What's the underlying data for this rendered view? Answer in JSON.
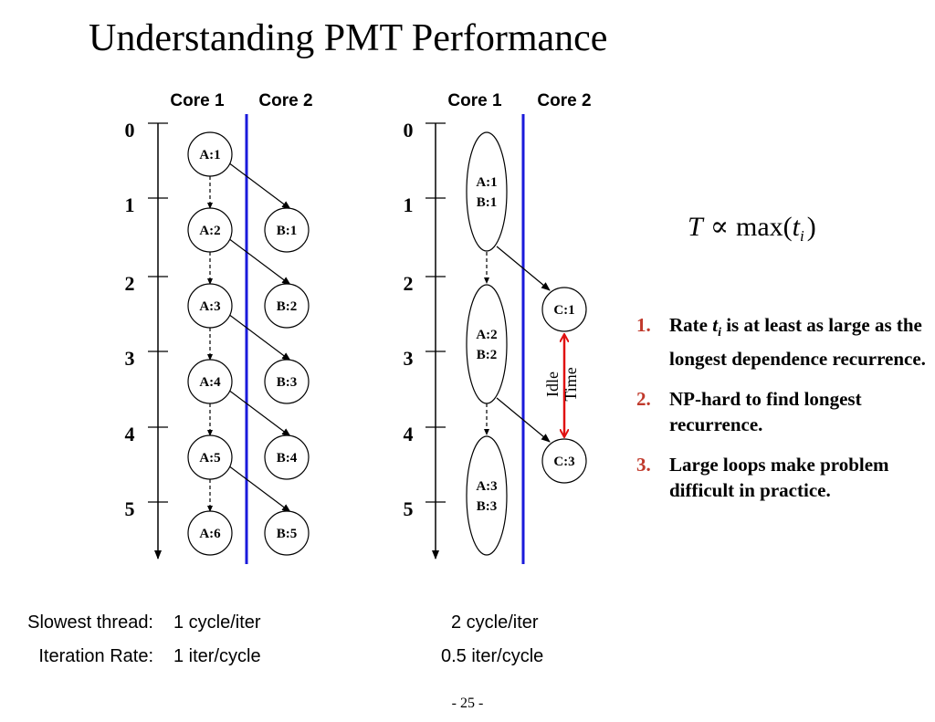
{
  "slide": {
    "title": "Understanding PMT Performance",
    "formula": {
      "T": "T",
      "prop": "∝",
      "max": "max(",
      "t": "t",
      "sub": "i",
      "close": ")"
    },
    "points": [
      {
        "num": "1.",
        "pre": "Rate ",
        "var": "t",
        "sub": "i",
        "post": " is at least as large as the longest dependence recurrence."
      },
      {
        "num": "2.",
        "text": "NP-hard to find longest recurrence."
      },
      {
        "num": "3.",
        "text": "Large loops make problem difficult in practice."
      }
    ],
    "rows": {
      "slowest_label": "Slowest thread:",
      "rate_label": "Iteration Rate:",
      "left_slowest": "1 cycle/iter",
      "left_rate": "1 iter/cycle",
      "right_slowest": "2 cycle/iter",
      "right_rate": "0.5 iter/cycle"
    },
    "footer": "- 25 -"
  },
  "diagrams": {
    "core1": "Core 1",
    "core2": "Core 2",
    "time_ticks": [
      "0",
      "1",
      "2",
      "3",
      "4",
      "5"
    ],
    "left": {
      "core1_nodes": [
        "A:1",
        "A:2",
        "A:3",
        "A:4",
        "A:5",
        "A:6"
      ],
      "core2_nodes": [
        "B:1",
        "B:2",
        "B:3",
        "B:4",
        "B:5"
      ]
    },
    "right": {
      "core1_nodes": [
        [
          "A:1",
          "B:1"
        ],
        [
          "A:2",
          "B:2"
        ],
        [
          "A:3",
          "B:3"
        ]
      ],
      "core2_nodes": [
        "C:1",
        "C:3"
      ],
      "idle_label": [
        "Idle",
        "Time"
      ]
    }
  },
  "colors": {
    "core_divider": "#1a1adb",
    "idle_arrow": "#e01010",
    "list_number": "#c0392b"
  }
}
